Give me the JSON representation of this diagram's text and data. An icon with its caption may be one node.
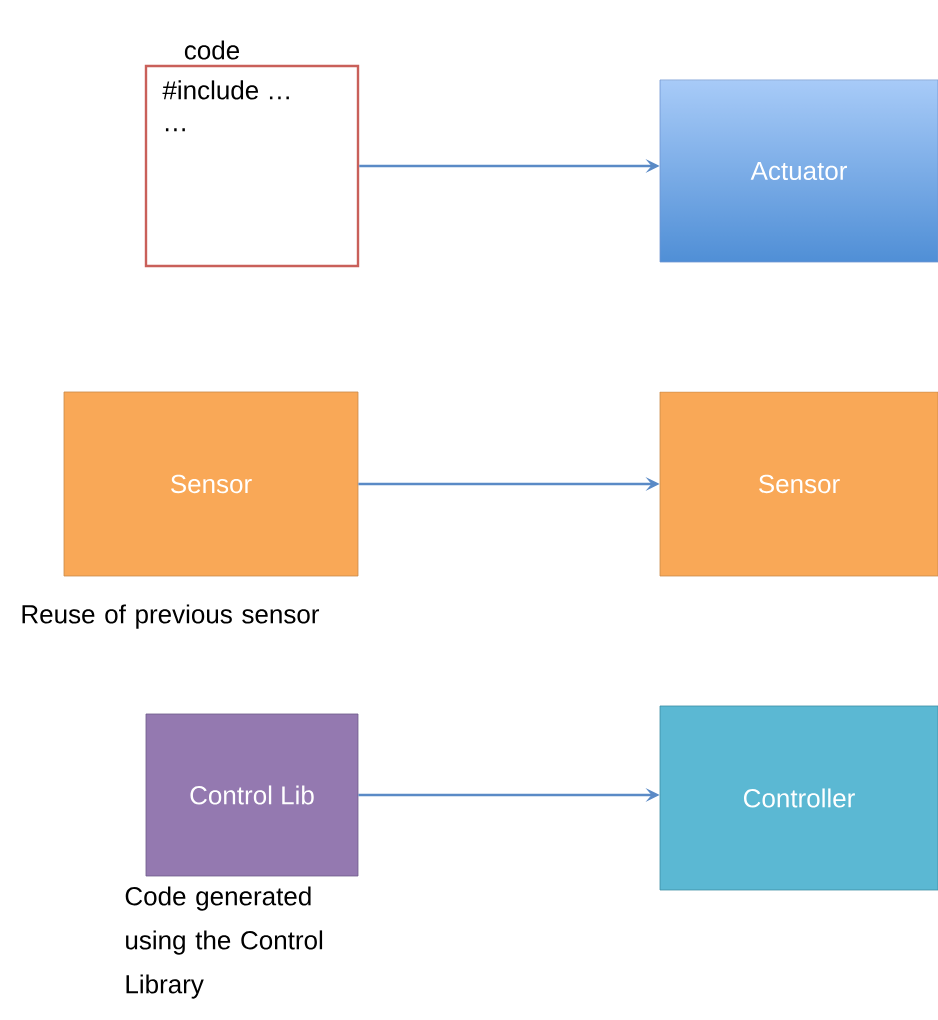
{
  "diagram": {
    "nodes": [
      {
        "text": [
          "code",
          "#include …",
          "…"
        ]
      },
      {
        "text": [
          "Actuator"
        ]
      },
      {
        "text": [
          "Sensor"
        ],
        "beside": [
          "Reuse of previous sensor"
        ]
      },
      {
        "text": [
          "Sensor"
        ]
      },
      {
        "text": [
          "Control Lib"
        ],
        "beside": [
          "Code generated using the Control Library"
        ]
      },
      {
        "text": [
          "Controller"
        ]
      }
    ],
    "edges": [
      {
        "from": 0,
        "to": 1,
        "arrow": "to"
      },
      {
        "from": 2,
        "to": 3,
        "arrow": "to"
      },
      {
        "from": 4,
        "to": 5,
        "arrow": "to"
      }
    ]
  }
}
